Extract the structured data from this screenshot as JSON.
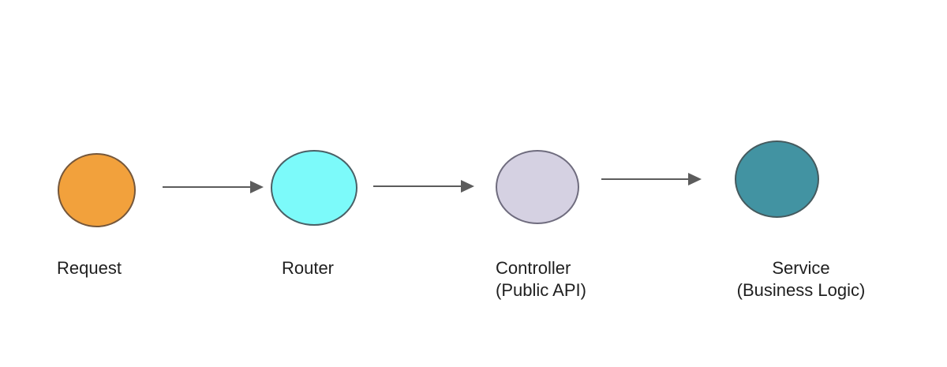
{
  "diagram": {
    "background_color": "#FFFFFF",
    "arrow_color": "#5C5C5C",
    "text_color": "#1F1F1F",
    "nodes": [
      {
        "id": "request",
        "shape": "ellipse",
        "fill": "#F2A13C",
        "stroke": "#75573B",
        "label_lines": {
          "line1": "Request",
          "line2": ""
        }
      },
      {
        "id": "router",
        "shape": "ellipse",
        "fill": "#7CFAFA",
        "stroke": "#4A6066",
        "label_lines": {
          "line1": "Router",
          "line2": ""
        }
      },
      {
        "id": "controller",
        "shape": "ellipse",
        "fill": "#D5D1E2",
        "stroke": "#6F6C7E",
        "label_lines": {
          "line1": "Controller",
          "line2": "(Public API)"
        }
      },
      {
        "id": "service",
        "shape": "ellipse",
        "fill": "#4293A2",
        "stroke": "#455A5E",
        "label_lines": {
          "line1": "Service",
          "line2": "(Business Logic)"
        }
      }
    ],
    "edges": [
      {
        "from": "request",
        "to": "router"
      },
      {
        "from": "router",
        "to": "controller"
      },
      {
        "from": "controller",
        "to": "service"
      }
    ]
  }
}
